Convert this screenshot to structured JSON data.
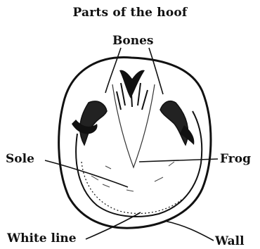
{
  "title": "Parts of the hoof",
  "labels": {
    "bones": "Bones",
    "sole": "Sole",
    "frog": "Frog",
    "white_line": "White line",
    "wall": "Wall"
  },
  "colors": {
    "ink": "#111111",
    "background": "#ffffff"
  }
}
